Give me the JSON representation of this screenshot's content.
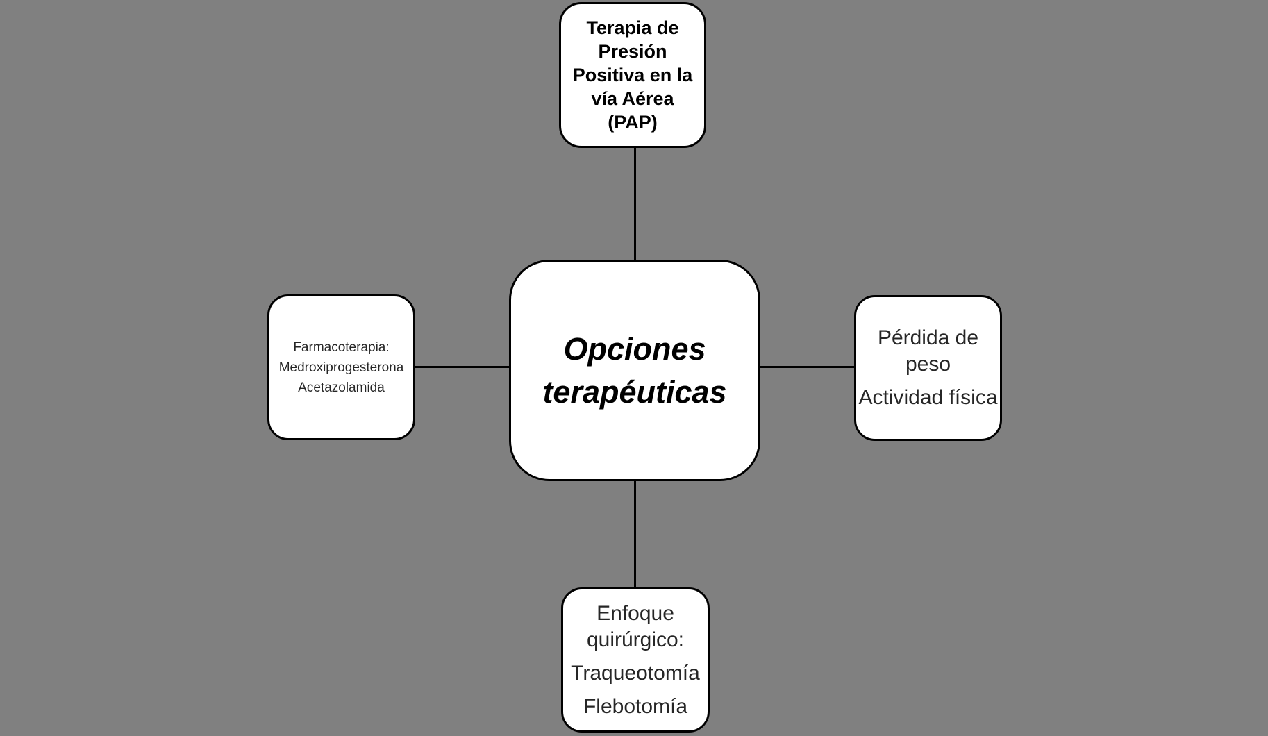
{
  "colors": {
    "background": "#808080",
    "node_fill": "#ffffff",
    "node_border": "#000000",
    "text_bold": "#000000",
    "text_regular": "#262626"
  },
  "nodes": {
    "center": {
      "text": "Opciones\nterapéuticas"
    },
    "top": {
      "text": "Terapia de\nPresión\nPositiva en la\nvía Aérea\n(PAP)"
    },
    "left": {
      "text": "Farmacoterapia:\nMedroxiprogesterona\nAcetazolamida"
    },
    "right": {
      "para1": "Pérdida de peso",
      "para2": "Actividad física"
    },
    "bottom": {
      "para1": "Enfoque quirúrgico:",
      "para2": "Traqueotomía",
      "para3": "Flebotomía"
    }
  }
}
